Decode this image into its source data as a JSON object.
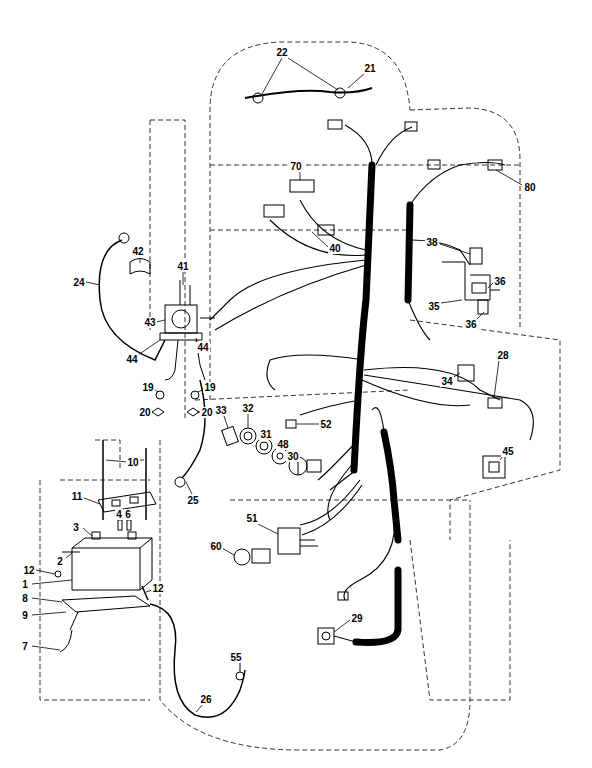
{
  "diagram": {
    "labels": [
      "22",
      "21",
      "80",
      "70",
      "40",
      "38",
      "36",
      "35",
      "36",
      "42",
      "41",
      "24",
      "43",
      "44",
      "44",
      "10",
      "19",
      "19",
      "20",
      "20",
      "11",
      "25",
      "33",
      "32",
      "31",
      "48",
      "30",
      "52",
      "28",
      "34",
      "45",
      "3",
      "2",
      "4",
      "6",
      "12",
      "1",
      "8",
      "9",
      "7",
      "12",
      "60",
      "51",
      "29",
      "55",
      "26"
    ]
  }
}
